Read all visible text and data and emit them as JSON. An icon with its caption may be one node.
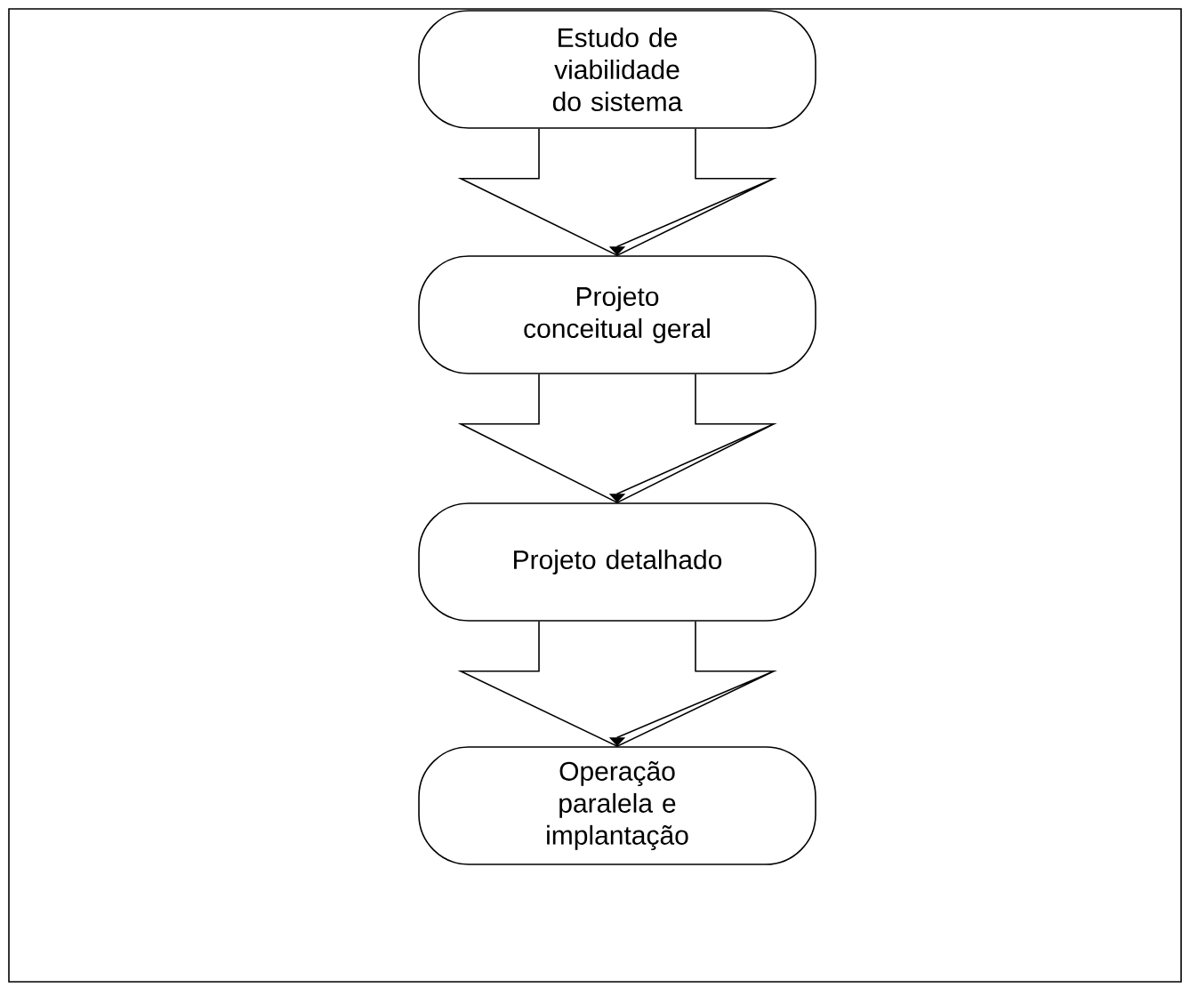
{
  "diagram": {
    "nodes": [
      {
        "text": [
          "Estudo de viabilidade do sistema"
        ]
      },
      {
        "text": [
          "Projeto conceitual geral"
        ]
      },
      {
        "text": [
          "Projeto detalhado"
        ]
      },
      {
        "text": [
          "Operação paralela e implantação"
        ]
      }
    ],
    "edges": [
      {
        "from": 0,
        "to": 1,
        "arrow": "to"
      },
      {
        "from": 1,
        "to": 2,
        "arrow": "to"
      },
      {
        "from": 2,
        "to": 3,
        "arrow": "to"
      }
    ]
  }
}
